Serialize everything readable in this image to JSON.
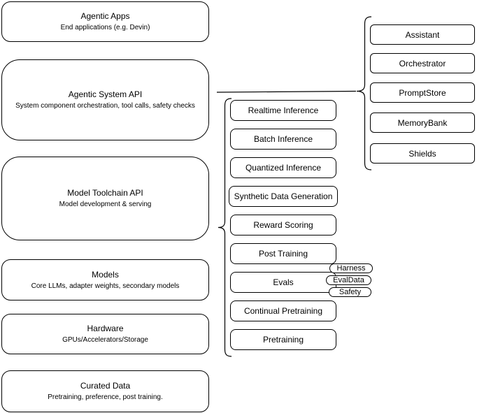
{
  "layers": [
    {
      "title": "Agentic Apps",
      "subtitle": "End applications (e.g. Devin)"
    },
    {
      "title": "Agentic System API",
      "subtitle": "System component orchestration, tool calls, safety checks"
    },
    {
      "title": "Model Toolchain API",
      "subtitle": "Model development & serving"
    },
    {
      "title": "Models",
      "subtitle": "Core LLMs, adapter weights, secondary models"
    },
    {
      "title": "Hardware",
      "subtitle": "GPUs/Accelerators/Storage"
    },
    {
      "title": "Curated Data",
      "subtitle": "Pretraining, preference, post training."
    }
  ],
  "model_toolchain": {
    "items": [
      "Realtime Inference",
      "Batch Inference",
      "Quantized Inference",
      "Synthetic Data Generation",
      "Reward Scoring",
      "Post Training",
      "Evals",
      "Continual Pretraining",
      "Pretraining"
    ]
  },
  "agentic_system": {
    "items": [
      "Assistant",
      "Orchestrator",
      "PromptStore",
      "MemoryBank",
      "Shields"
    ]
  },
  "evals_tags": {
    "items": [
      "Harness",
      "EvalData",
      "Safety"
    ]
  },
  "colors": {
    "stroke": "#000000",
    "fill": "#ffffff",
    "text": "#000000"
  }
}
